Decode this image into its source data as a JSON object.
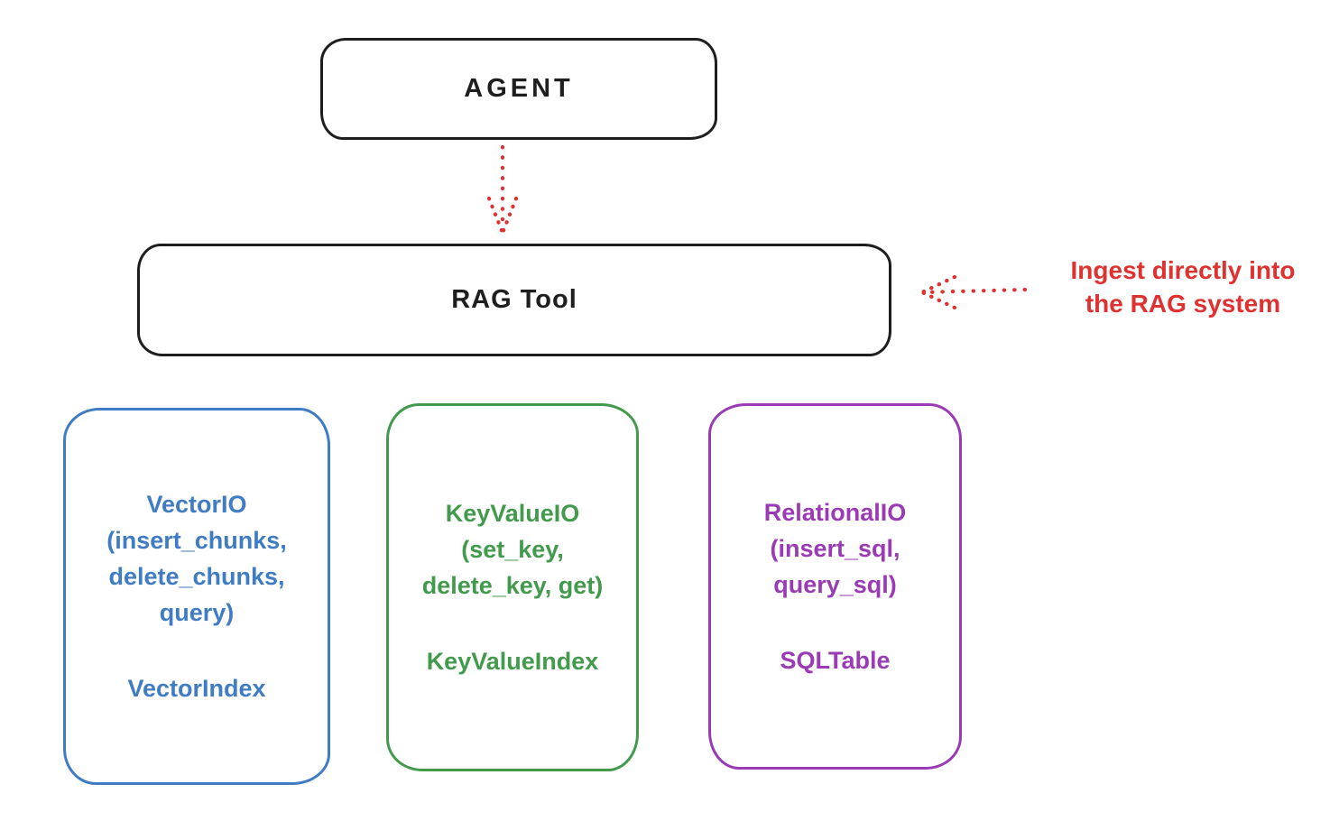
{
  "colors": {
    "black": "#1e1e1e",
    "red": "#e03131",
    "blue": "#3f7cc4",
    "green": "#429a4d",
    "purple": "#9a3bb5"
  },
  "nodes": {
    "agent": {
      "label": "AGENT",
      "color": "#1e1e1e"
    },
    "rag_tool": {
      "label": "RAG Tool",
      "color": "#1e1e1e"
    },
    "vector_io": {
      "lines": [
        "VectorIO",
        "(insert_chunks,",
        "delete_chunks,",
        "query)"
      ],
      "footer": "VectorIndex",
      "color": "#3f7cc4"
    },
    "key_value_io": {
      "lines": [
        "KeyValueIO",
        "(set_key,",
        "delete_key, get)"
      ],
      "footer": "KeyValueIndex",
      "color": "#429a4d"
    },
    "relational_io": {
      "lines": [
        "RelationalIO",
        "(insert_sql,",
        "query_sql)"
      ],
      "footer": "SQLTable",
      "color": "#9a3bb5"
    }
  },
  "annotation": {
    "lines": [
      "Ingest directly into",
      "the RAG system"
    ],
    "color": "#e03131"
  },
  "edges": [
    {
      "name": "agent-to-rag-tool",
      "from": "AGENT",
      "to": "RAG Tool",
      "style": "dotted",
      "direction": "down",
      "color": "#e03131"
    },
    {
      "name": "ingest-annotation-to-rag-tool",
      "from": "Ingest directly into the RAG system",
      "to": "RAG Tool",
      "style": "dotted",
      "direction": "left",
      "color": "#e03131"
    }
  ]
}
